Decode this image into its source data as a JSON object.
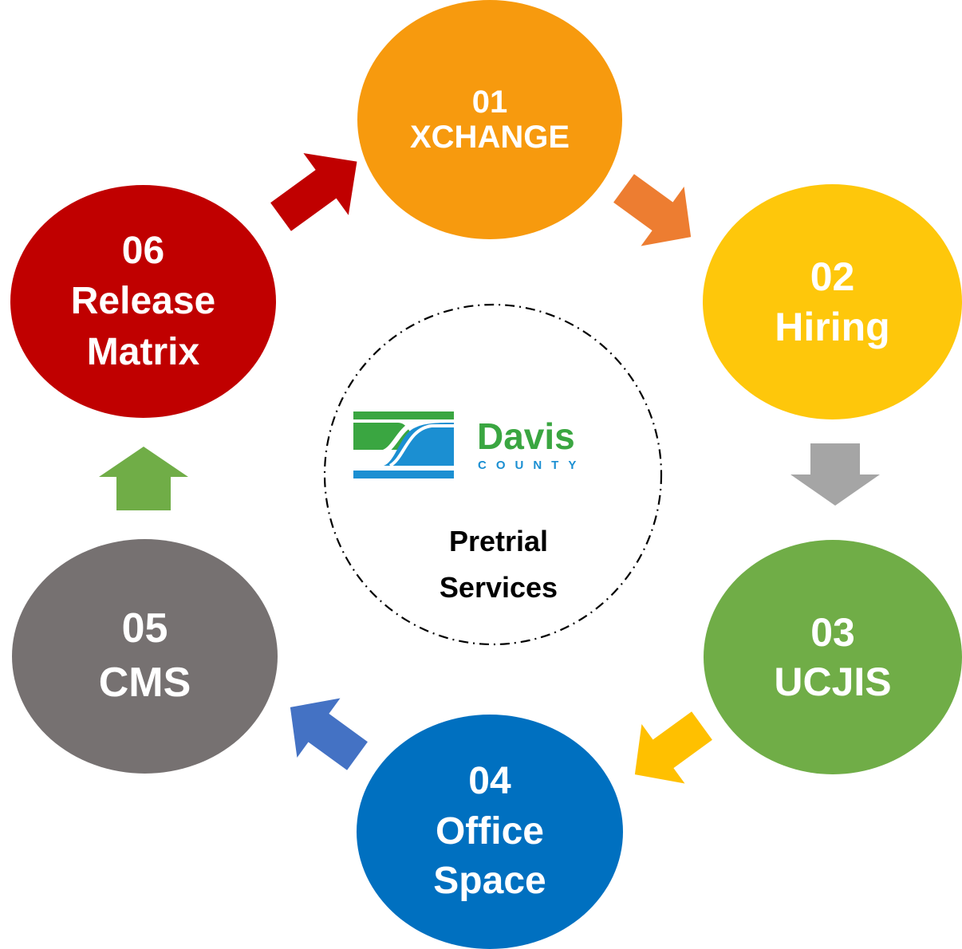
{
  "center": {
    "logo_word": "Davis",
    "logo_county": "COUNTY",
    "title_line1": "Pretrial",
    "title_line2": "Services"
  },
  "nodes": [
    {
      "number": "01",
      "label_lines": [
        "XCHANGE"
      ],
      "color": "#f79a0e"
    },
    {
      "number": "02",
      "label_lines": [
        "Hiring"
      ],
      "color": "#fec70b"
    },
    {
      "number": "03",
      "label_lines": [
        "UCJIS"
      ],
      "color": "#70ad47"
    },
    {
      "number": "04",
      "label_lines": [
        "Office",
        "Space"
      ],
      "color": "#0070c0"
    },
    {
      "number": "05",
      "label_lines": [
        "CMS"
      ],
      "color": "#767171"
    },
    {
      "number": "06",
      "label_lines": [
        "Release",
        "Matrix"
      ],
      "color": "#c00000"
    }
  ],
  "arrows": [
    {
      "from": "01",
      "to": "02",
      "color": "#ed7d31",
      "icon": "arrow-right-down-icon"
    },
    {
      "from": "02",
      "to": "03",
      "color": "#a5a5a5",
      "icon": "arrow-down-icon"
    },
    {
      "from": "03",
      "to": "04",
      "color": "#ffc000",
      "icon": "arrow-left-down-icon"
    },
    {
      "from": "04",
      "to": "05",
      "color": "#4472c4",
      "icon": "arrow-left-up-icon"
    },
    {
      "from": "05",
      "to": "06",
      "color": "#70ad47",
      "icon": "arrow-up-icon"
    },
    {
      "from": "06",
      "to": "01",
      "color": "#c00000",
      "icon": "arrow-right-up-icon"
    }
  ]
}
